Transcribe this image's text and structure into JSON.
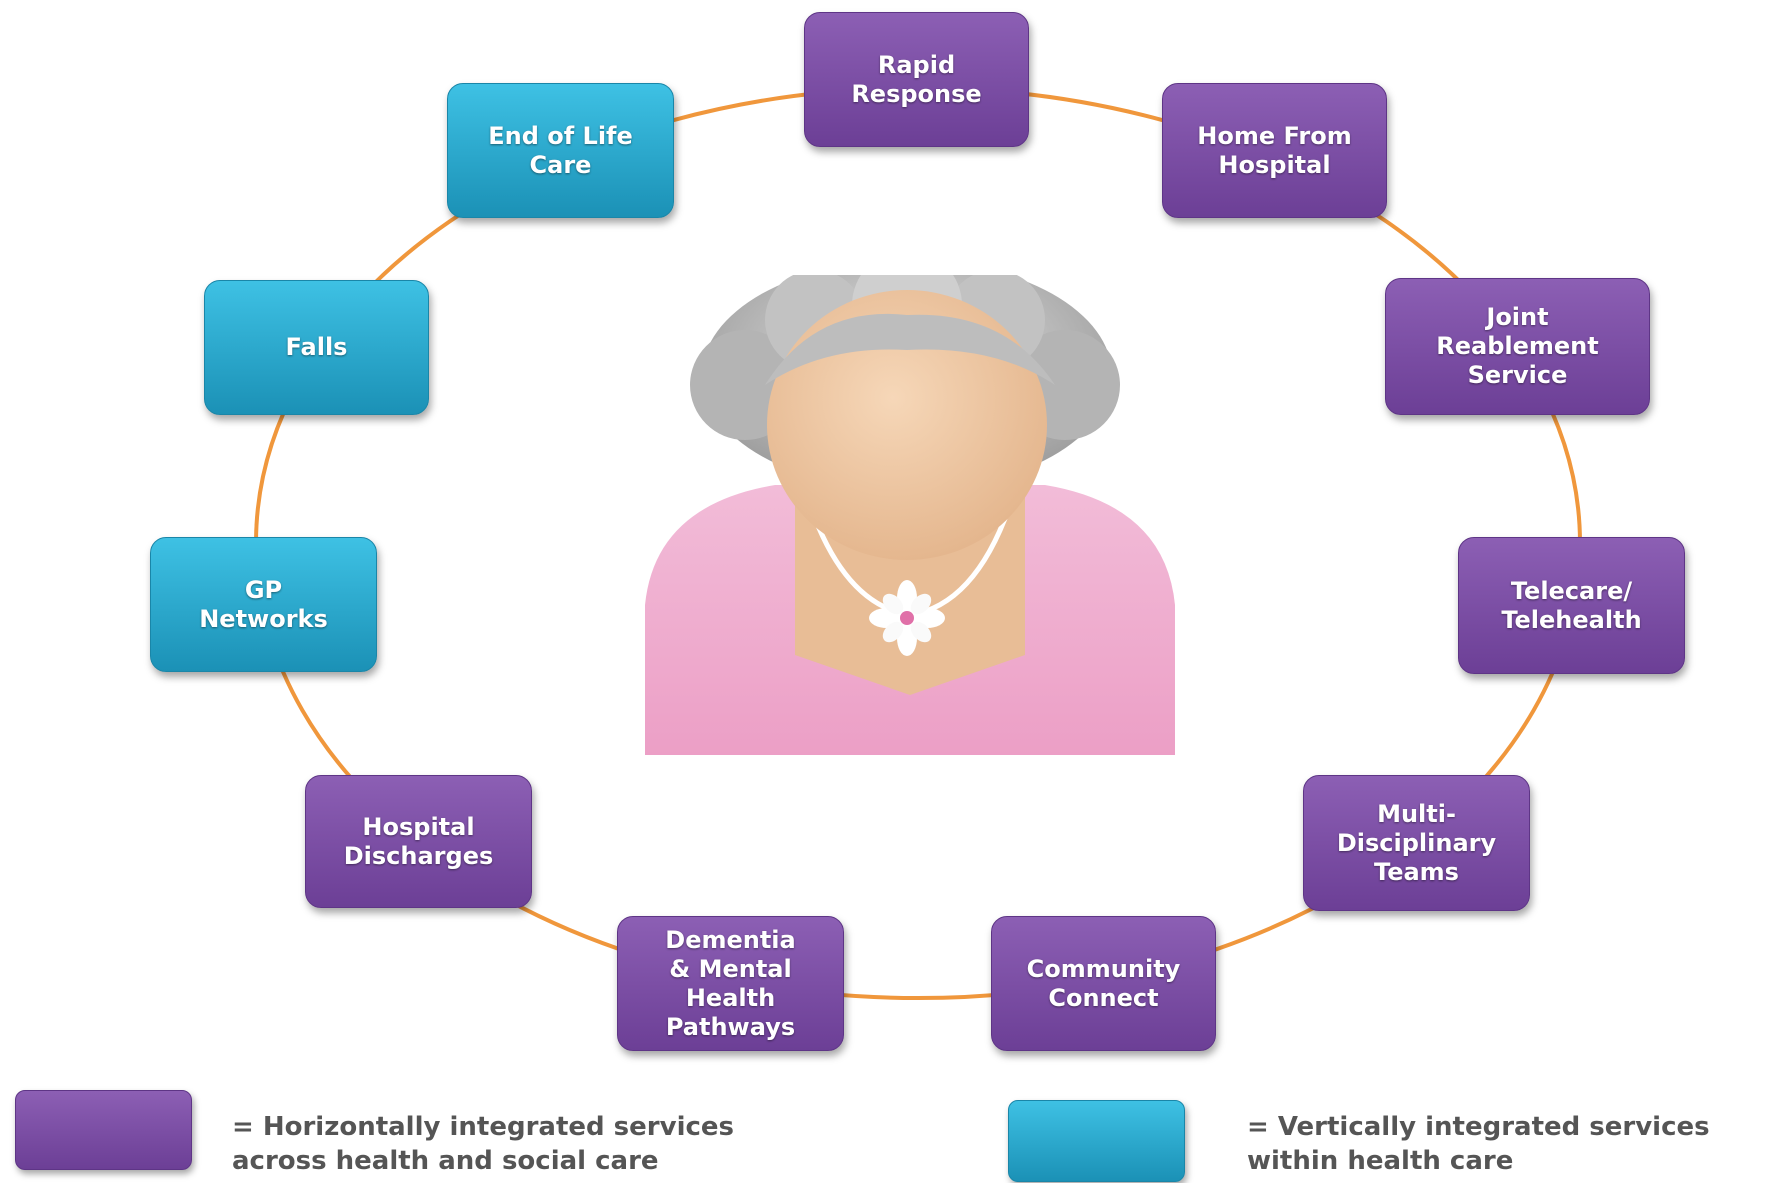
{
  "diagram": {
    "colors": {
      "horizontal": "#7a4aa6",
      "vertical": "#2aa8d0",
      "connector": "#f0973c"
    },
    "center_icon": "elderly-woman-icon",
    "nodes": [
      {
        "id": "rapid-response",
        "label": "Rapid\nResponse",
        "category": "horizontal"
      },
      {
        "id": "home-from-hospital",
        "label": "Home From\nHospital",
        "category": "horizontal"
      },
      {
        "id": "joint-reablement",
        "label": "Joint\nReablement\nService",
        "category": "horizontal"
      },
      {
        "id": "telecare",
        "label": "Telecare/\nTelehealth",
        "category": "horizontal"
      },
      {
        "id": "multi-disciplinary",
        "label": "Multi-\nDisciplinary\nTeams",
        "category": "horizontal"
      },
      {
        "id": "community-connect",
        "label": "Community\nConnect",
        "category": "horizontal"
      },
      {
        "id": "dementia",
        "label": "Dementia\n& Mental\nHealth\nPathways",
        "category": "horizontal"
      },
      {
        "id": "hospital-discharges",
        "label": "Hospital\nDischarges",
        "category": "horizontal"
      },
      {
        "id": "gp-networks",
        "label": "GP\nNetworks",
        "category": "vertical"
      },
      {
        "id": "falls",
        "label": "Falls",
        "category": "vertical"
      },
      {
        "id": "end-of-life",
        "label": "End of Life\nCare",
        "category": "vertical"
      }
    ]
  },
  "legend": {
    "horizontal": "= Horizontally integrated  services\nacross health and social care",
    "vertical": "= Vertically integrated  services\nwithin health care"
  }
}
